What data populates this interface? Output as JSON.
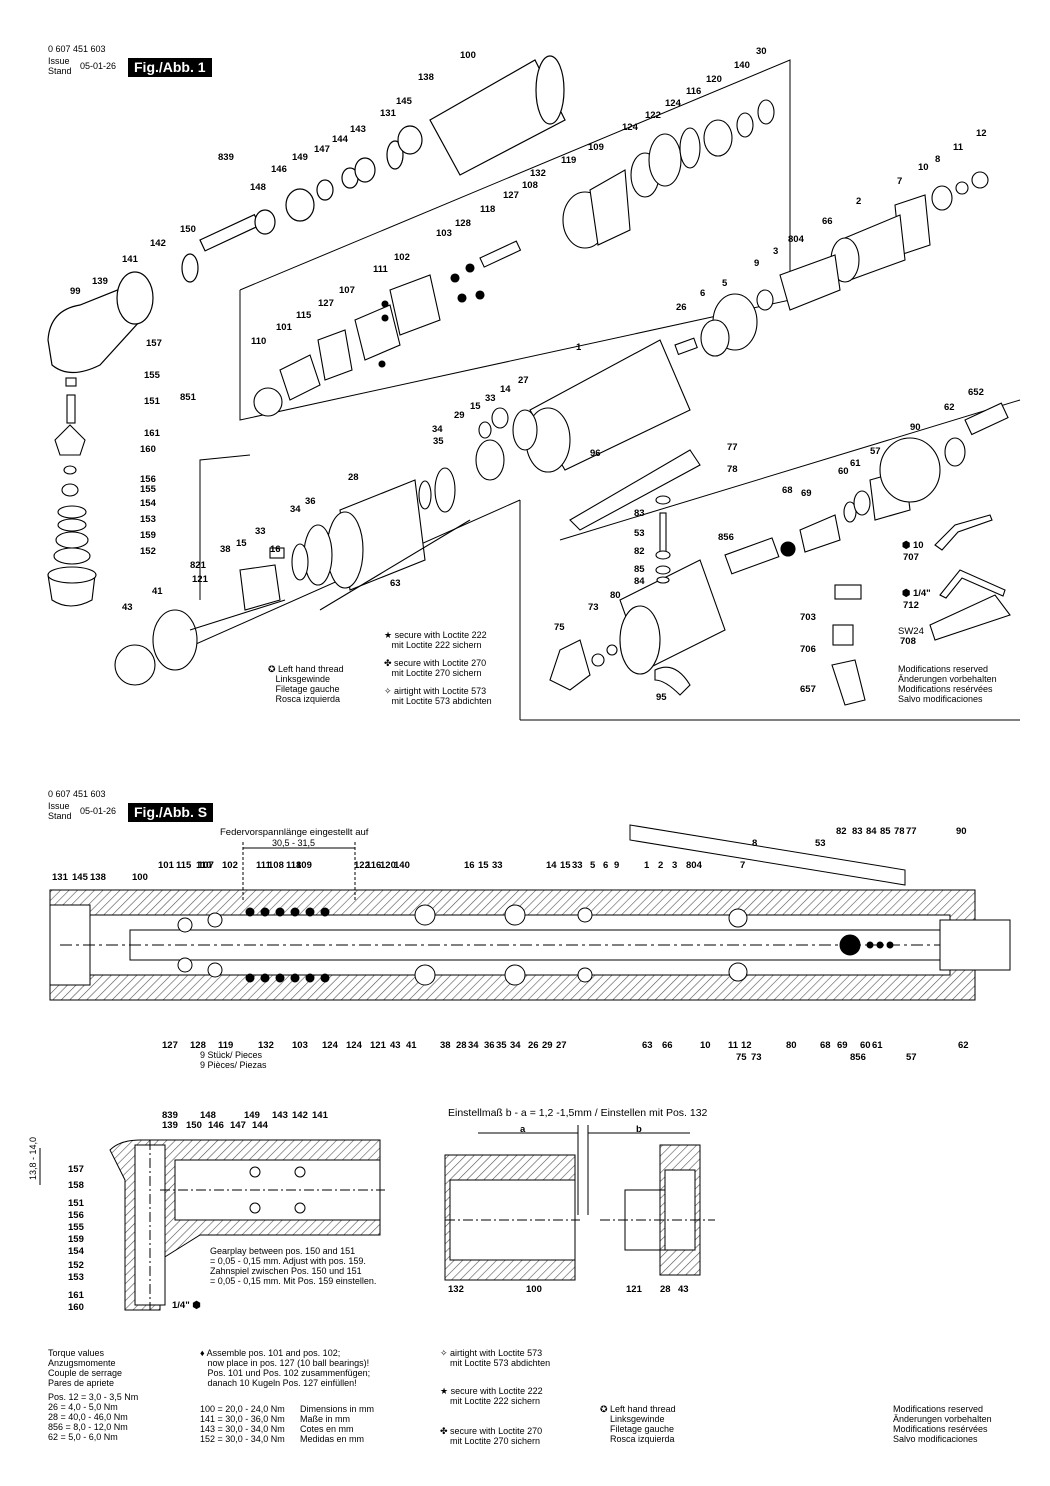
{
  "header_top": {
    "doc_number": "0 607 451 603",
    "issue_label": "Issue",
    "stand_label": "Stand",
    "date": "05-01-26",
    "fig_label": "Fig./Abb. 1"
  },
  "header_bottom": {
    "doc_number": "0 607 451 603",
    "issue_label": "Issue",
    "stand_label": "Stand",
    "date": "05-01-26",
    "fig_label": "Fig./Abb. S"
  },
  "fig1_parts": [
    "100",
    "30",
    "140",
    "120",
    "116",
    "124",
    "122",
    "124",
    "109",
    "12",
    "11",
    "8",
    "10",
    "7",
    "2",
    "66",
    "804",
    "3",
    "9",
    "5",
    "6",
    "26",
    "1",
    "27",
    "33",
    "14",
    "15",
    "29",
    "34",
    "35",
    "96",
    "77",
    "78",
    "68",
    "69",
    "61",
    "60",
    "57",
    "90",
    "62",
    "652",
    "119",
    "132",
    "108",
    "127",
    "118",
    "128",
    "103",
    "102",
    "111",
    "107",
    "127",
    "115",
    "101",
    "110",
    "138",
    "145",
    "131",
    "143",
    "144",
    "147",
    "149",
    "146",
    "148",
    "839",
    "150",
    "142",
    "141",
    "139",
    "99",
    "157",
    "155",
    "151",
    "161",
    "160",
    "156",
    "155",
    "154",
    "153",
    "159",
    "152",
    "851",
    "28",
    "36",
    "34",
    "16",
    "33",
    "15",
    "38",
    "821",
    "121",
    "63",
    "41",
    "43",
    "83",
    "53",
    "82",
    "85",
    "84",
    "856",
    "80",
    "73",
    "75",
    "95",
    "703",
    "706",
    "657",
    "707",
    "712",
    "708"
  ],
  "fig1_tools": {
    "hex10": "10",
    "hex14": "1/4\"",
    "sw24": "SW24"
  },
  "fig1_legend": {
    "loctite222_en": "secure with Loctite 222",
    "loctite222_de": "mit Loctite 222 sichern",
    "loctite270_en": "secure with Loctite 270",
    "loctite270_de": "mit Loctite 270 sichern",
    "loctite573_en": "airtight with Loctite 573",
    "loctite573_de": "mit Loctite 573 abdichten",
    "lh_en": "Left hand thread",
    "lh_de": "Linksgewinde",
    "lh_fr": "Filetage gauche",
    "lh_es": "Rosca izquierda",
    "mod_en": "Modifications reserved",
    "mod_de": "Änderungen vorbehalten",
    "mod_fr": "Modifications resérvées",
    "mod_es": "Salvo modificaciones"
  },
  "figS": {
    "spring_note": "Federvorspannlänge eingestellt auf",
    "spring_value": "30,5 - 31,5",
    "pieces_note_1": "9 Stück/ Pieces",
    "pieces_note_2": "9 Pièces/ Piezas",
    "adjust_note": "Einstellmaß b - a = 1,2 -1,5mm / Einstellen mit Pos. 132",
    "a_label": "a",
    "b_label": "b",
    "dim_label": "13,8 - 14,0",
    "gearplay_1": "Gearplay between pos. 150 and 151",
    "gearplay_2": "= 0,05 - 0,15 mm. Adjust with pos. 159.",
    "gearplay_3": "Zahnspiel zwischen Pos. 150 und 151",
    "gearplay_4": "= 0,05 - 0,15 mm. Mit Pos. 159 einstellen.",
    "hex_14": "1/4\""
  },
  "footer": {
    "torque_title_en": "Torque values",
    "torque_title_de": "Anzugsmomente",
    "torque_title_fr": "Couple de serrage",
    "torque_title_es": "Pares de apriete",
    "torque_rows": [
      "Pos. 12 =   3,0 -   3,5 Nm",
      "26 =   4,0 -   5,0 Nm",
      "28 = 40,0 - 46,0 Nm",
      "856 =   8,0 - 12,0 Nm",
      "62 =   5,0 -   6,0 Nm"
    ],
    "assemble_1": "Assemble pos. 101 and pos. 102;",
    "assemble_2": "now place in pos. 127 (10 ball bearings)!",
    "assemble_3": "Pos. 101 und Pos. 102 zusammenfügen;",
    "assemble_4": "danach 10 Kugeln Pos. 127 einfüllen!",
    "torque2_rows": [
      "100 = 20,0 - 24,0 Nm",
      "141 = 30,0 - 36,0 Nm",
      "143 = 30,0 - 34,0 Nm",
      "152 = 30,0 - 34,0 Nm"
    ],
    "dims_en": "Dimensions in mm",
    "dims_de": "Maße in mm",
    "dims_fr": "Cotes en mm",
    "dims_es": "Medidas en mm",
    "loctite573_en": "airtight with Loctite 573",
    "loctite573_de": "mit Loctite 573 abdichten",
    "loctite222_en": "secure with Loctite 222",
    "loctite222_de": "mit Loctite 222 sichern",
    "loctite270_en": "secure with Loctite 270",
    "loctite270_de": "mit Loctite 270 sichern",
    "lh_en": "Left hand thread",
    "lh_de": "Linksgewinde",
    "lh_fr": "Filetage gauche",
    "lh_es": "Rosca izquierda",
    "mod_en": "Modifications reserved",
    "mod_de": "Änderungen vorbehalten",
    "mod_fr": "Modifications resérvées",
    "mod_es": "Salvo modificaciones"
  },
  "colors": {
    "ink": "#000000",
    "paper": "#ffffff",
    "hatch": "#555555"
  }
}
